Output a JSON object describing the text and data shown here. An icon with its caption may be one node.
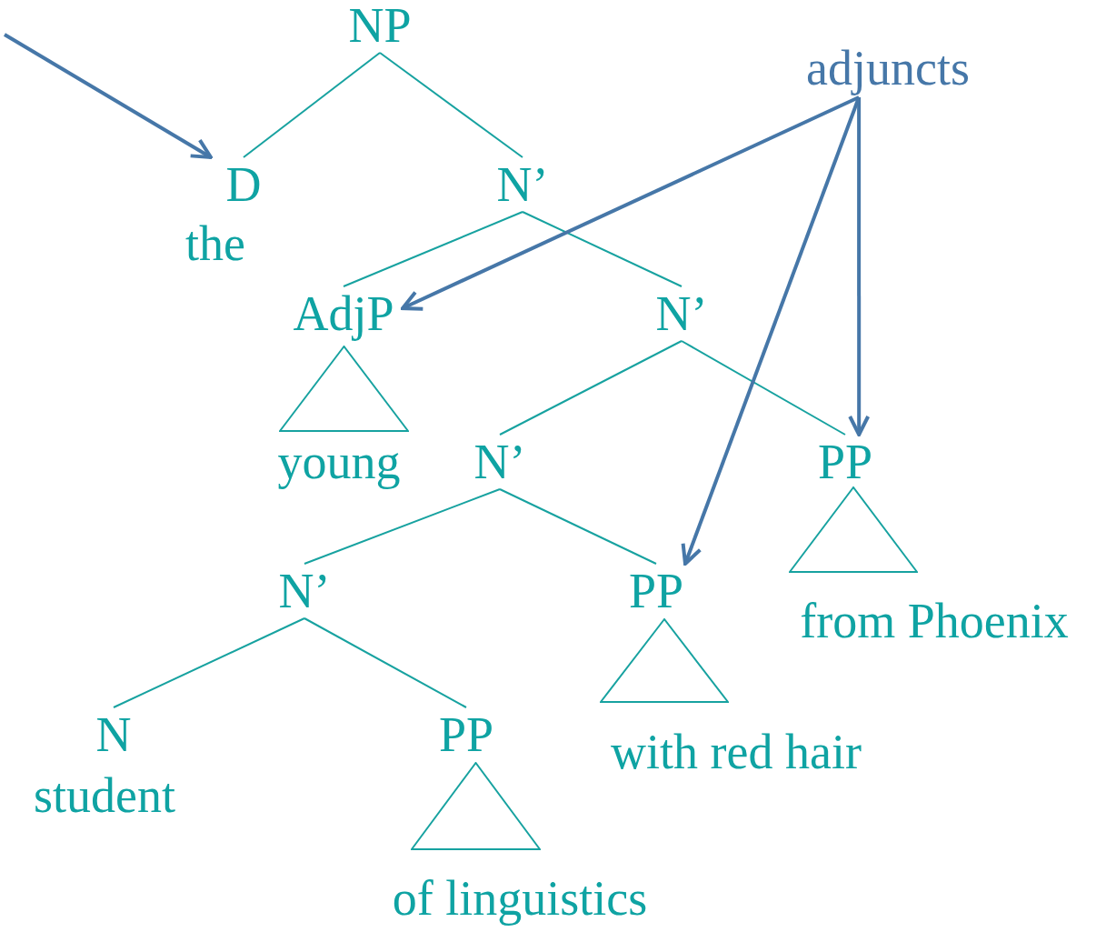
{
  "diagram": {
    "nodes": [
      {
        "text": [
          "NP"
        ]
      },
      {
        "text": [
          "D",
          "the"
        ]
      },
      {
        "text": [
          "N’"
        ]
      },
      {
        "text": [
          "AdjP"
        ]
      },
      {
        "text": [],
        "shape": "triangle",
        "beside": [
          "young"
        ]
      },
      {
        "text": [
          "N’"
        ]
      },
      {
        "text": [
          "N’"
        ]
      },
      {
        "text": [
          "PP"
        ]
      },
      {
        "text": [],
        "shape": "triangle",
        "beside": [
          "from Phoenix"
        ]
      },
      {
        "text": [
          "N’"
        ]
      },
      {
        "text": [
          "PP"
        ]
      },
      {
        "text": [],
        "shape": "triangle",
        "beside": [
          "with red hair"
        ]
      },
      {
        "text": [
          "N",
          "student"
        ]
      },
      {
        "text": [
          "PP"
        ]
      },
      {
        "text": [],
        "shape": "triangle",
        "beside": [
          "of linguistics"
        ]
      },
      {
        "text": [
          "adjuncts"
        ]
      }
    ],
    "edges": [
      {
        "from": 0,
        "to": 1,
        "arrow": "none"
      },
      {
        "from": 0,
        "to": 2,
        "arrow": "none"
      },
      {
        "from": 2,
        "to": 3,
        "arrow": "none"
      },
      {
        "from": 2,
        "to": 5,
        "arrow": "none"
      },
      {
        "from": 5,
        "to": 6,
        "arrow": "none"
      },
      {
        "from": 5,
        "to": 7,
        "arrow": "none"
      },
      {
        "from": 6,
        "to": 9,
        "arrow": "none"
      },
      {
        "from": 6,
        "to": 10,
        "arrow": "none"
      },
      {
        "from": 9,
        "to": 12,
        "arrow": "none"
      },
      {
        "from": 9,
        "to": 13,
        "arrow": "none"
      },
      {
        "from": null,
        "to": 1,
        "arrow": "to",
        "style": "thick",
        "color": "#4677a8"
      },
      {
        "from": 15,
        "to": 3,
        "arrow": "to",
        "style": "thick",
        "color": "#4677a8"
      },
      {
        "from": 15,
        "to": 10,
        "arrow": "to",
        "style": "thick",
        "color": "#4677a8"
      },
      {
        "from": 15,
        "to": 7,
        "arrow": "to",
        "style": "thick",
        "color": "#4677a8"
      }
    ]
  }
}
